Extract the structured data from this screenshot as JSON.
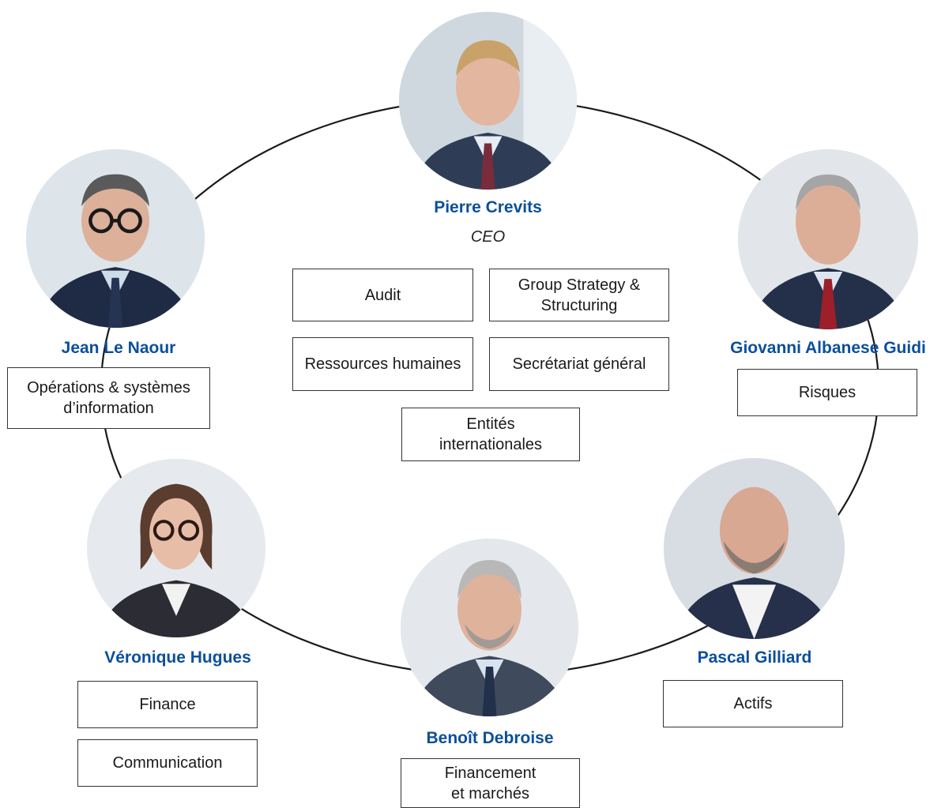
{
  "colors": {
    "name_color": "#0b4f9c",
    "connector": "#1a1a1a"
  },
  "executives": [
    {
      "id": "pierre",
      "name": "Pierre Crevits",
      "role": "CEO",
      "portrait": "man-glasses-none-suit-red-tie"
    },
    {
      "id": "jean",
      "name": "Jean Le Naour",
      "portrait": "man-glasses-suit-dark-tie"
    },
    {
      "id": "giovanni",
      "name": "Giovanni Albanese Guidi",
      "portrait": "man-suit-red-tie"
    },
    {
      "id": "pascal",
      "name": "Pascal Gilliard",
      "portrait": "man-beard-open-collar"
    },
    {
      "id": "benoit",
      "name": "Benoît Debroise",
      "portrait": "man-beard-suit-tie"
    },
    {
      "id": "veronique",
      "name": "Véronique Hugues",
      "portrait": "woman-glasses-blazer"
    }
  ],
  "departments": {
    "center": [
      "Audit",
      "Group Strategy &\nStructuring",
      "Ressources humaines",
      "Secrétariat général",
      "Entités\ninternationales"
    ],
    "jean": [
      "Opérations & systèmes\nd’information"
    ],
    "giovanni": [
      "Risques"
    ],
    "pascal": [
      "Actifs"
    ],
    "benoit": [
      "Financement\net marchés"
    ],
    "veronique": [
      "Finance",
      "Communication"
    ]
  }
}
